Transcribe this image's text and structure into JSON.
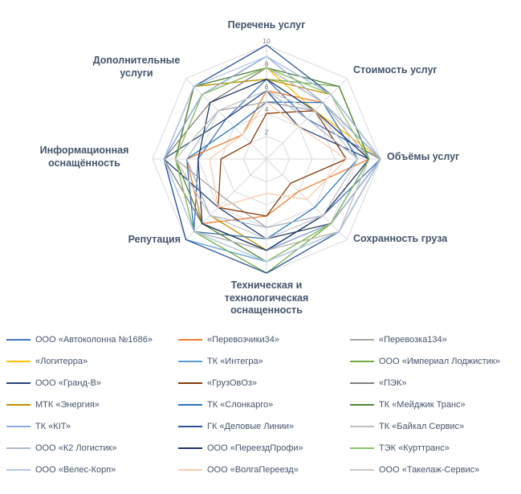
{
  "styles": {
    "background": "#FFFFFF",
    "label_color": "#44546A",
    "legend_text_color": "#44546A",
    "grid_color": "#D9D9D9",
    "tick_color": "#7F7F7F"
  },
  "chart_data": {
    "type": "radar",
    "title": "",
    "grid": true,
    "legend_position": "bottom",
    "axes": [
      "Перечень услуг",
      "Стоимость услуг",
      "Объёмы услуг",
      "Сохранность груза",
      "Техническая и технологическая оснащенность",
      "Репутация",
      "Информационная оснащённость",
      "Дополнительные услуги"
    ],
    "axis_labels_display": [
      "Перечень услуг",
      "Стоимость услуг",
      "Объёмы услуг",
      "Сохранность груза",
      "Техническая и\nтехнологическая\nоснащенность",
      "Репутация",
      "Информационная\nоснащённость",
      "Дополнительные\nуслуги"
    ],
    "scale": {
      "min": 0,
      "max": 10,
      "step": 2,
      "ticks": [
        2,
        4,
        6,
        8,
        10
      ]
    },
    "series": [
      {
        "name": "ООО «Автоколонна №1686»",
        "color": "#4472C4",
        "values": [
          7,
          5,
          10,
          7,
          8,
          9,
          6,
          5
        ]
      },
      {
        "name": "«Перевозчики34»",
        "color": "#ED7D31",
        "values": [
          6,
          7,
          9,
          4,
          5,
          8,
          7,
          3
        ]
      },
      {
        "name": "«Перевозка134»",
        "color": "#A5A5A5",
        "values": [
          5,
          6,
          9,
          7,
          6,
          5,
          8,
          6
        ]
      },
      {
        "name": "«Логитерра»",
        "color": "#FFC000",
        "values": [
          8,
          6,
          10,
          8,
          7,
          9,
          8,
          8
        ]
      },
      {
        "name": "ТК «Интегра»",
        "color": "#5B9BD5",
        "values": [
          9,
          8,
          10,
          9,
          9,
          10,
          9,
          8
        ]
      },
      {
        "name": "ООО «Империал Лоджистик»",
        "color": "#70AD47",
        "values": [
          7,
          9,
          9,
          8,
          10,
          9,
          8,
          9
        ]
      },
      {
        "name": "ООО «Гранд-В»",
        "color": "#264478",
        "values": [
          6,
          4,
          9,
          8,
          7,
          6,
          9,
          5
        ]
      },
      {
        "name": "«ГрузОвОз»",
        "color": "#843C0C",
        "values": [
          4,
          6,
          7,
          3,
          5,
          6,
          4,
          2
        ]
      },
      {
        "name": "«ПЭК»",
        "color": "#7F7F7F",
        "values": [
          8,
          7,
          10,
          8,
          8,
          8,
          9,
          7
        ]
      },
      {
        "name": "МТК «Энергия»",
        "color": "#BF8F00",
        "values": [
          7,
          8,
          10,
          9,
          8,
          7,
          8,
          9
        ]
      },
      {
        "name": "ТК «Слонкарго»",
        "color": "#2E75B6",
        "values": [
          5,
          7,
          8,
          6,
          7,
          9,
          7,
          4
        ]
      },
      {
        "name": "ТК «Мейджик Транс»",
        "color": "#538135",
        "values": [
          8,
          9,
          9,
          8,
          9,
          8,
          8,
          9
        ]
      },
      {
        "name": "ТК «КIТ»",
        "color": "#8FAADC",
        "values": [
          9,
          7,
          10,
          8,
          8,
          9,
          9,
          8
        ]
      },
      {
        "name": "ГК «Деловые Линии»",
        "color": "#2F5597",
        "values": [
          10,
          8,
          10,
          9,
          10,
          10,
          9,
          9
        ]
      },
      {
        "name": "ТК «Байкал Сервис»",
        "color": "#BFBFBF",
        "values": [
          8,
          7,
          9,
          9,
          8,
          9,
          8,
          8
        ]
      },
      {
        "name": "ООО «К2 Логистик»",
        "color": "#ADB9CA",
        "values": [
          6,
          5,
          8,
          7,
          6,
          7,
          7,
          6
        ]
      },
      {
        "name": "ООО «ПереездПрофи»",
        "color": "#1F3864",
        "values": [
          7,
          6,
          9,
          7,
          8,
          8,
          6,
          7
        ]
      },
      {
        "name": "ТЭК «Курттранс»",
        "color": "#8CC168",
        "values": [
          8,
          8,
          9,
          8,
          9,
          9,
          8,
          8
        ]
      },
      {
        "name": "ООО «Велес-Корп»",
        "color": "#B4C7E7",
        "values": [
          9,
          8,
          10,
          9,
          9,
          9,
          9,
          9
        ]
      },
      {
        "name": "ООО «ВолгаПереезд»",
        "color": "#F8CBAD",
        "values": [
          5,
          4,
          7,
          5,
          3,
          6,
          5,
          3
        ]
      },
      {
        "name": "ООО «Такелаж-Сервис»",
        "color": "#C9C9C9",
        "values": [
          6,
          6,
          8,
          7,
          7,
          7,
          8,
          6
        ]
      }
    ]
  }
}
